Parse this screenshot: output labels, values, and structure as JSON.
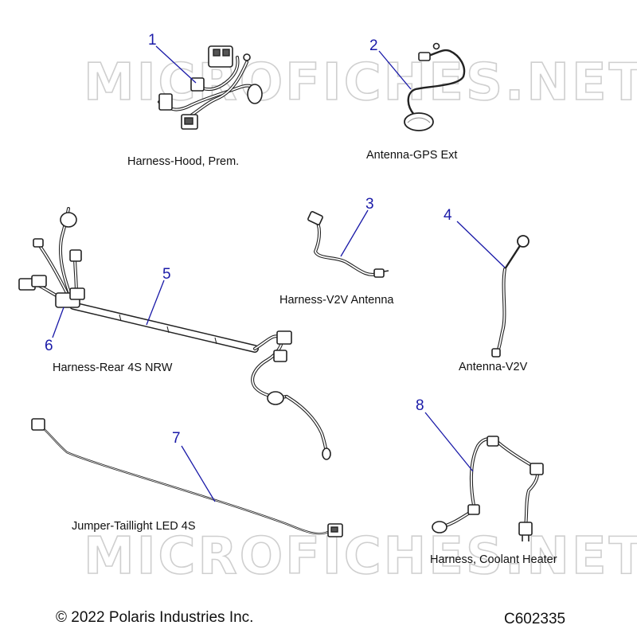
{
  "watermark": {
    "text": "MICROFICHES.NET"
  },
  "parts": [
    {
      "callout": "1",
      "label": "Harness-Hood, Prem."
    },
    {
      "callout": "2",
      "label": "Antenna-GPS Ext"
    },
    {
      "callout": "3",
      "label": "Harness-V2V Antenna"
    },
    {
      "callout": "4",
      "label": "Antenna-V2V"
    },
    {
      "callout": "5",
      "label": "Harness-Rear 4S NRW"
    },
    {
      "callout": "6",
      "label": ""
    },
    {
      "callout": "7",
      "label": "Jumper-Taillight LED 4S"
    },
    {
      "callout": "8",
      "label": "Harness, Coolant Heater"
    }
  ],
  "footer": {
    "copyright": "© 2022 Polaris Industries Inc.",
    "diagram_id": "C602335"
  }
}
